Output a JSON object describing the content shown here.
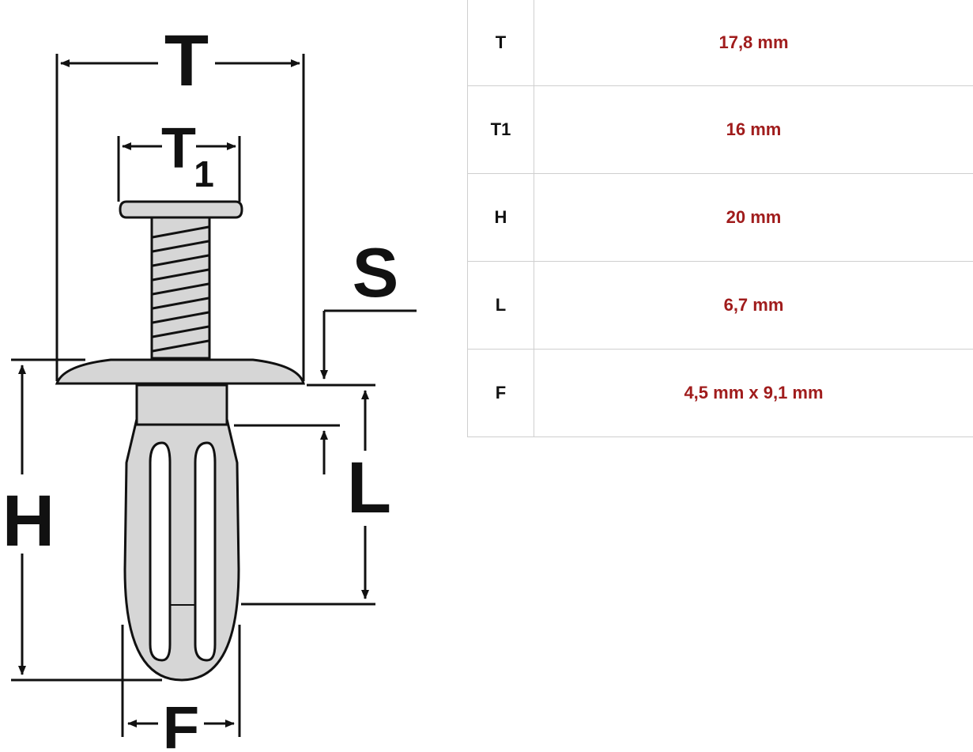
{
  "diagram": {
    "labels": {
      "T": "T",
      "T1_main": "T",
      "T1_sub": "1",
      "S": "S",
      "H": "H",
      "L": "L",
      "F": "F"
    },
    "colors": {
      "part_fill": "#d6d6d6",
      "stroke": "#111111"
    }
  },
  "specs": [
    {
      "label": "T",
      "value": "17,8 mm"
    },
    {
      "label": "T1",
      "value": "16 mm"
    },
    {
      "label": "H",
      "value": "20 mm"
    },
    {
      "label": "L",
      "value": "6,7 mm"
    },
    {
      "label": "F",
      "value": "4,5 mm x 9,1 mm"
    }
  ],
  "colors": {
    "value_text": "#a01c1c",
    "label_text": "#111111",
    "grid": "#cfcfcf"
  }
}
